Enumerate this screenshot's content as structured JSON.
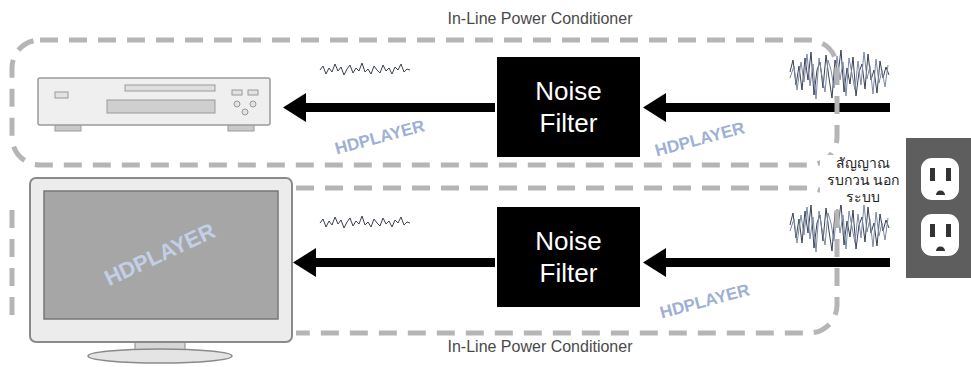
{
  "diagram": {
    "nodes": [
      {
        "text": [
          "In-Line Power Conditioner"
        ]
      },
      {
        "text": [
          "Noise Filter"
        ],
        "in": 0
      },
      {
        "text": [
          "In-Line Power Conditioner"
        ]
      },
      {
        "text": [
          "Noise Filter"
        ],
        "in": 2
      }
    ],
    "labels": [
      "สัญญาณรบกวน นอกระบบ",
      "HDPLAYER",
      "HDPLAYER",
      "HDPLAYER",
      "HDPLAYER"
    ]
  }
}
